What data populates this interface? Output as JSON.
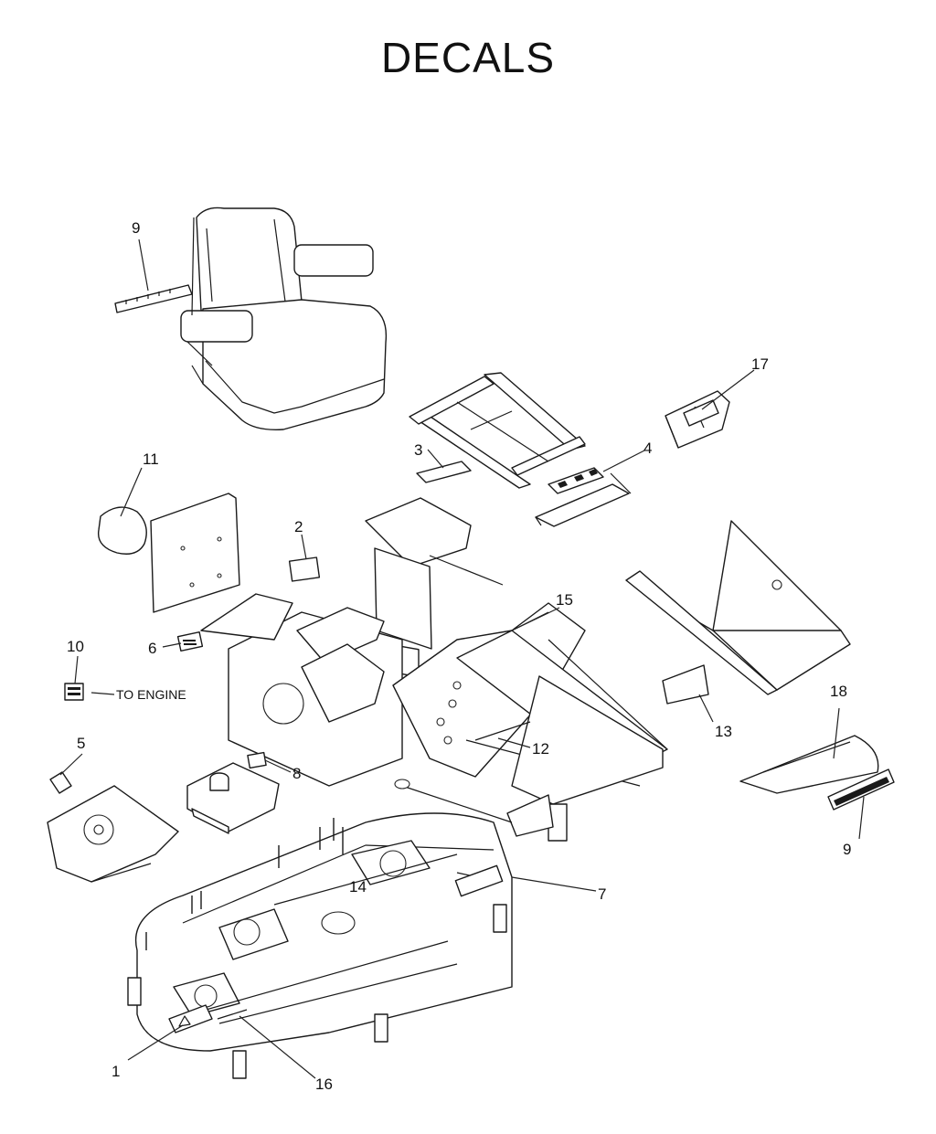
{
  "title": "DECALS",
  "engine_note": "TO ENGINE",
  "callouts": [
    {
      "id": "c9a",
      "label": "9"
    },
    {
      "id": "c17",
      "label": "17"
    },
    {
      "id": "c3",
      "label": "3"
    },
    {
      "id": "c4",
      "label": "4"
    },
    {
      "id": "c11",
      "label": "11"
    },
    {
      "id": "c2",
      "label": "2"
    },
    {
      "id": "c15",
      "label": "15"
    },
    {
      "id": "c10",
      "label": "10"
    },
    {
      "id": "c6",
      "label": "6"
    },
    {
      "id": "c18",
      "label": "18"
    },
    {
      "id": "c13",
      "label": "13"
    },
    {
      "id": "c5",
      "label": "5"
    },
    {
      "id": "c12",
      "label": "12"
    },
    {
      "id": "c8",
      "label": "8"
    },
    {
      "id": "c9b",
      "label": "9"
    },
    {
      "id": "c14",
      "label": "14"
    },
    {
      "id": "c7",
      "label": "7"
    },
    {
      "id": "c1",
      "label": "1"
    },
    {
      "id": "c16",
      "label": "16"
    }
  ]
}
